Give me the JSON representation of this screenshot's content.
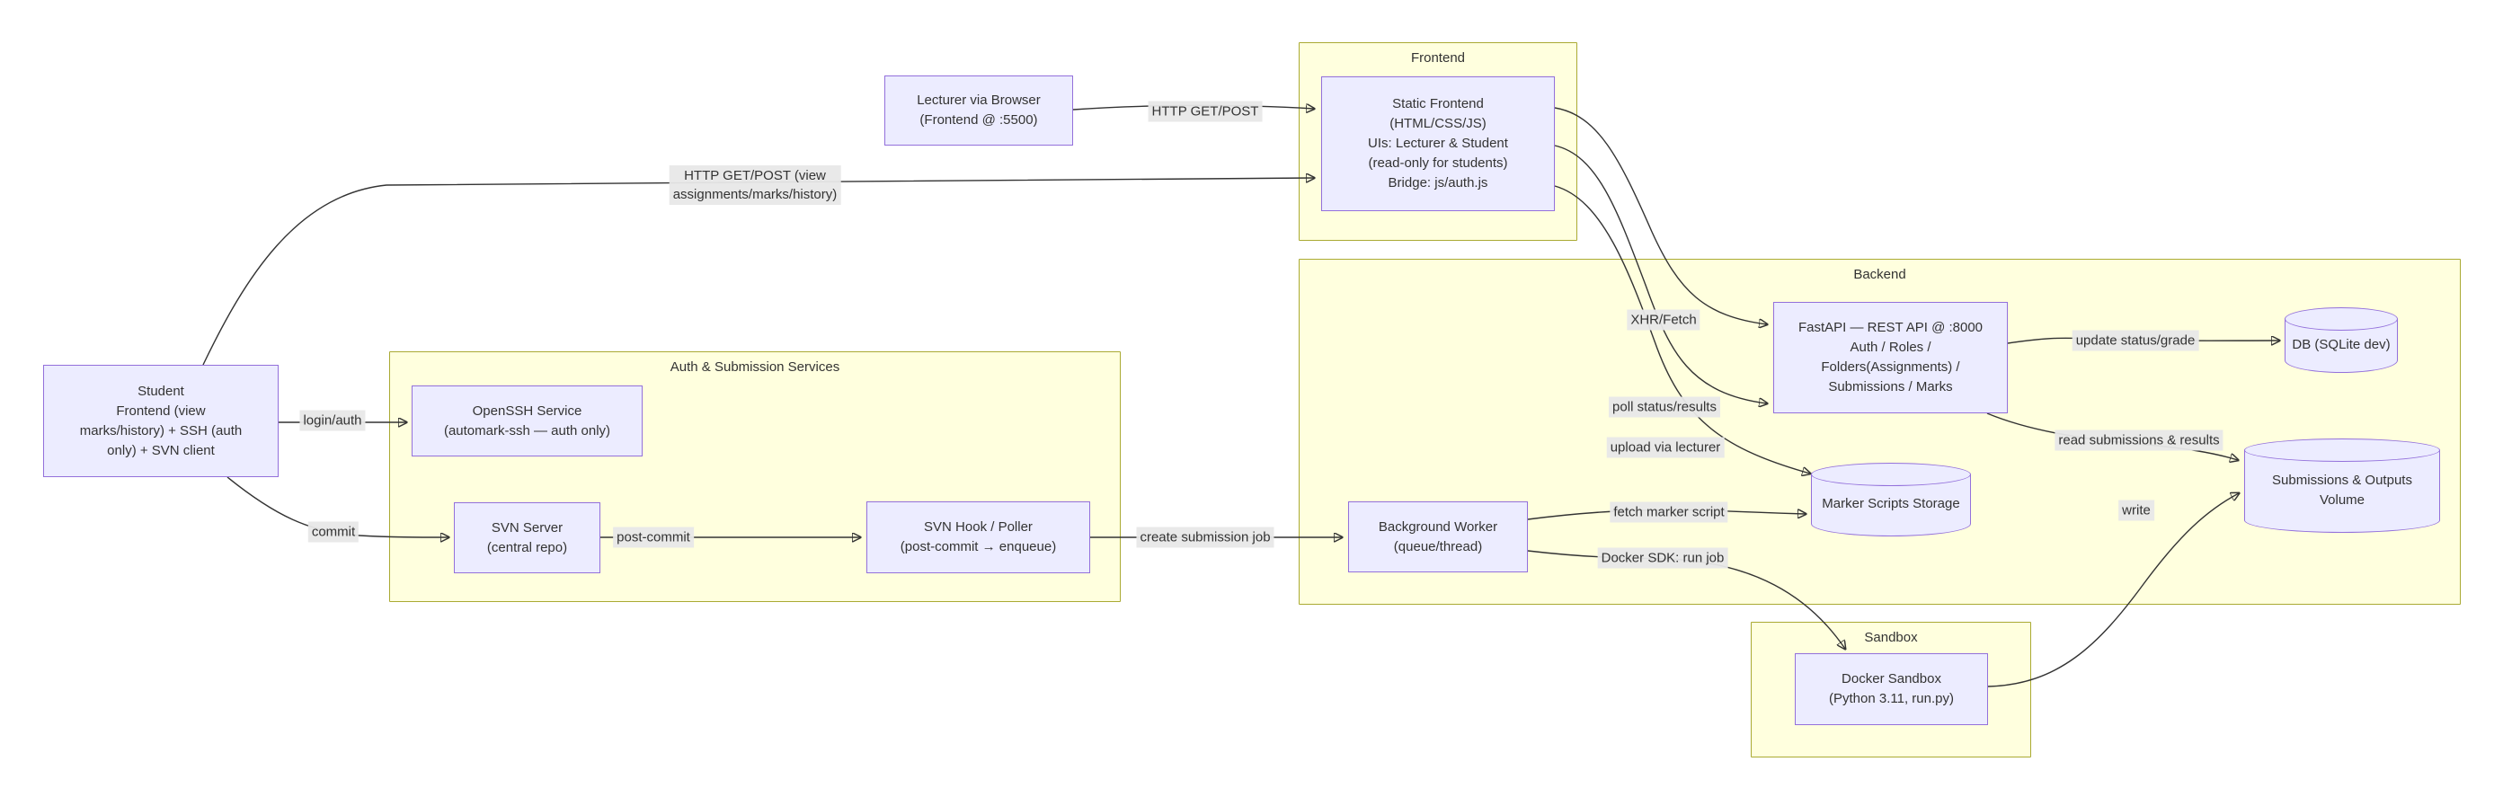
{
  "diagram_type": "flowchart",
  "clusters": {
    "frontend": {
      "title": "Frontend"
    },
    "auth": {
      "title": "Auth & Submission Services"
    },
    "backend": {
      "title": "Backend"
    },
    "sandbox": {
      "title": "Sandbox"
    }
  },
  "nodes": {
    "student": {
      "lines": [
        "Student",
        "Frontend (view",
        "marks/history) + SSH (auth",
        "only) + SVN client"
      ]
    },
    "lecturer": {
      "lines": [
        "Lecturer via Browser",
        "(Frontend @ :5500)"
      ]
    },
    "static_frontend": {
      "lines": [
        "Static Frontend",
        "(HTML/CSS/JS)",
        "UIs: Lecturer & Student",
        "(read-only for students)",
        "Bridge: js/auth.js"
      ]
    },
    "openssh": {
      "lines": [
        "OpenSSH Service",
        "(automark-ssh — auth only)"
      ]
    },
    "svn_server": {
      "lines": [
        "SVN Server",
        "(central repo)"
      ]
    },
    "svn_hook": {
      "lines": [
        "SVN Hook / Poller",
        "(post-commit → enqueue)"
      ]
    },
    "bg_worker": {
      "lines": [
        "Background Worker",
        "(queue/thread)"
      ]
    },
    "fastapi": {
      "lines": [
        "FastAPI — REST API @ :8000",
        "Auth / Roles /",
        "Folders(Assignments) /",
        "Submissions / Marks"
      ]
    },
    "db": {
      "lines": [
        "DB (SQLite dev)"
      ]
    },
    "marker_storage": {
      "lines": [
        "Marker Scripts Storage"
      ]
    },
    "volume": {
      "lines": [
        "Submissions & Outputs",
        "Volume"
      ]
    },
    "docker_sandbox": {
      "lines": [
        "Docker Sandbox",
        "(Python 3.11, run.py)"
      ]
    }
  },
  "edge_labels": {
    "http_get_post": "HTTP GET/POST",
    "http_get_post_view": {
      "lines": [
        "HTTP GET/POST (view",
        "assignments/marks/history)"
      ]
    },
    "login_auth": "login/auth",
    "commit": "commit",
    "post_commit": "post-commit",
    "create_job": "create submission job",
    "xhr_fetch": "XHR/Fetch",
    "poll_status": "poll status/results",
    "upload_lecturer": "upload via lecturer",
    "fetch_marker": "fetch marker script",
    "docker_sdk": "Docker SDK: run job",
    "update_status": "update status/grade",
    "read_submissions": "read submissions & results",
    "write": "write"
  },
  "colors": {
    "node_fill": "#ECECFF",
    "node_border": "#9370DB",
    "cluster_fill": "#FFFFDE",
    "cluster_border": "#AAAA33",
    "edge": "#333333",
    "edge_label_bg": "#E8E8E8",
    "text": "#333333"
  }
}
